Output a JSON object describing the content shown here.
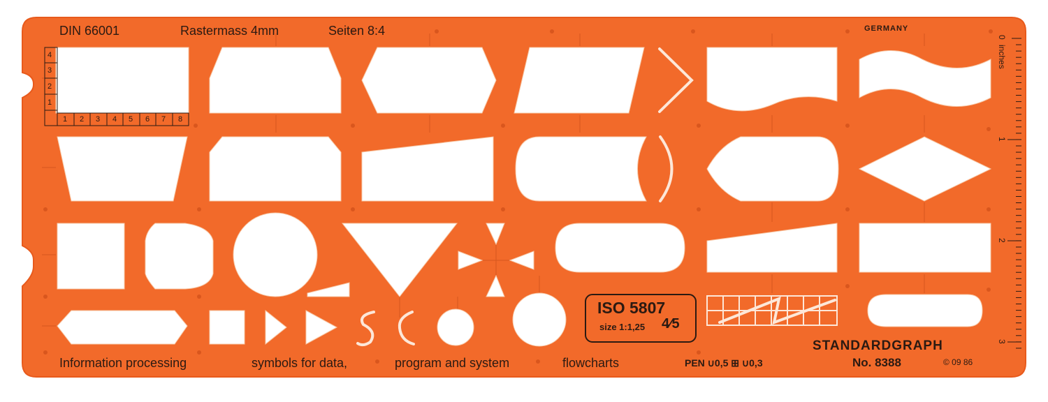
{
  "stencil": {
    "body_color": "#f26a2a",
    "edge_color": "#e85a1c",
    "cutout_color": "#ffffff",
    "ink_color": "#2b1a12",
    "top_labels": {
      "standard": "DIN 66001",
      "grid": "Rastermass 4mm",
      "ratio": "Seiten 8:4",
      "origin": "GERMANY"
    },
    "bottom_labels": {
      "part1": "Information processing",
      "part2": "symbols for data,",
      "part3": "program and system",
      "part4": "flowcharts"
    },
    "iso_box": {
      "title": "ISO 5807",
      "size": "size 1:1,25",
      "fraction": "4⁄5"
    },
    "pen": "PEN ∪0,5 ⊞  ∪0,3",
    "brand": "STANDARDGRAPH",
    "model": "No. 8388",
    "copyright": "© 09 86",
    "ruler": {
      "unit": "inches",
      "marks": [
        "0",
        "1",
        "2",
        "3"
      ]
    },
    "grid_scale": {
      "horizontal": [
        "1",
        "2",
        "3",
        "4",
        "5",
        "6",
        "7",
        "8"
      ],
      "vertical": [
        "1",
        "2",
        "3",
        "4"
      ]
    }
  }
}
